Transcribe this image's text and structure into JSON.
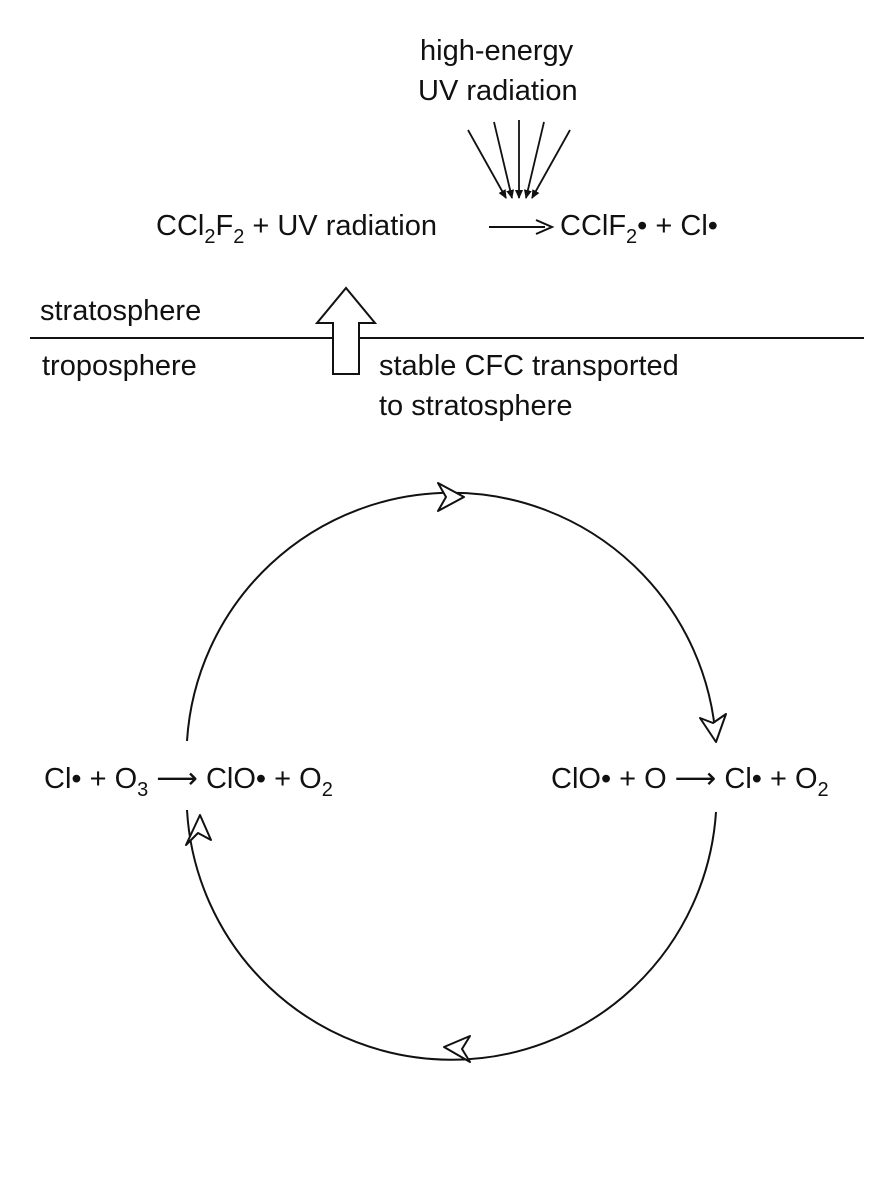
{
  "uv_source": {
    "line1": "high-energy",
    "line2": "UV radiation"
  },
  "photolysis": {
    "r1": "CCl",
    "r1_sub1": "2",
    "r1_mid": "F",
    "r1_sub2": "2",
    "r_rest": " + UV radiation ",
    "p1": " CClF",
    "p1_sub": "2",
    "p_rest": "• + Cl•"
  },
  "layers": {
    "upper": "stratosphere",
    "lower": "troposphere",
    "transport_line1": "stable CFC transported",
    "transport_line2": "to stratosphere"
  },
  "cycle": {
    "left": {
      "a": "Cl• + O",
      "a_sub": "3",
      "b": " ClO• + O",
      "b_sub": "2"
    },
    "right": {
      "a": "ClO• + O ",
      "b": " Cl• + O",
      "b_sub": "2"
    }
  },
  "arrow_glyph": "⟶",
  "colors": {
    "ink": "#111111",
    "background": "#ffffff"
  }
}
